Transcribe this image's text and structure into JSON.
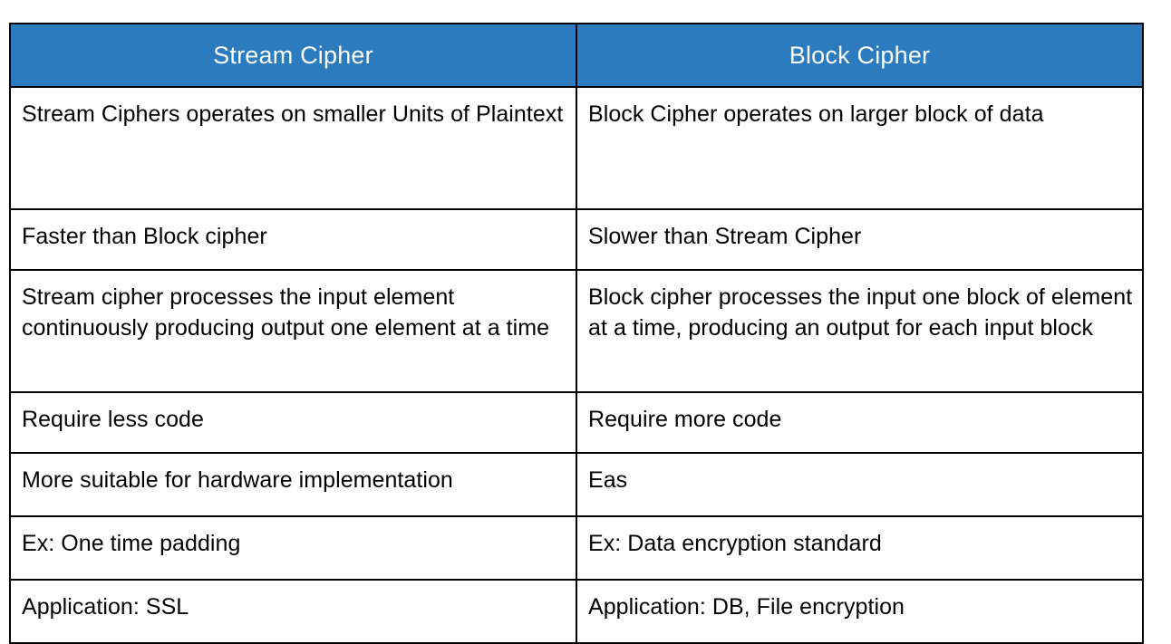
{
  "table": {
    "title": "Stream Cipher vs Block Cipher comparison",
    "accent_color": "#2b7bbe",
    "header_text_color": "#ffffff",
    "border_color": "#000000",
    "body_background": "#ffffff",
    "headers": [
      "Stream Cipher",
      "Block Cipher"
    ],
    "rows": [
      {
        "left": "Stream Ciphers operates on smaller Units of Plaintext",
        "right": "Block Cipher operates on larger block of data"
      },
      {
        "left": "Faster than Block cipher",
        "right": "Slower than Stream Cipher"
      },
      {
        "left": "Stream cipher processes the input element continuously producing output one element at a time",
        "right": "Block cipher processes the input one block of element at a time, producing an output for each input block"
      },
      {
        "left": "Require less code",
        "right": "Require more code"
      },
      {
        "left": "More suitable for hardware implementation",
        "right": "Eas"
      },
      {
        "left": "Ex: One time padding",
        "right": "Ex: Data encryption standard"
      },
      {
        "left": "Application: SSL",
        "right": "Application: DB, File encryption"
      }
    ]
  }
}
